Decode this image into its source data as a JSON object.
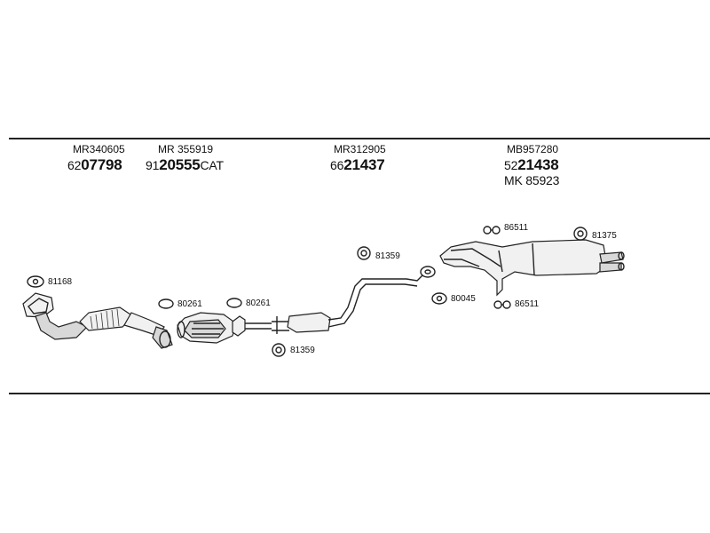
{
  "columns": [
    {
      "part_number": "MR340605",
      "code_prefix": "62",
      "code_main": "07798",
      "code_suffix": ""
    },
    {
      "part_number": "MR 355919",
      "code_prefix": "91",
      "code_main": "20555",
      "code_suffix": "CAT"
    },
    {
      "part_number": "MR312905",
      "code_prefix": "66",
      "code_main": "21437",
      "code_suffix": ""
    },
    {
      "part_number": "MB957280",
      "code_prefix": "52",
      "code_main": "21438",
      "code_suffix": "",
      "extra": "MK  85923"
    }
  ],
  "callouts": {
    "gasket_front_pipe": "81168",
    "gasket_cat_front": "80261",
    "gasket_cat_rear": "80261",
    "gasket_mid_lower": "81359",
    "gasket_mid_upper": "81359",
    "gasket_tail_flange": "80045",
    "hanger_top": "86511",
    "hanger_bottom": "86511",
    "rubber_ring": "81375"
  }
}
